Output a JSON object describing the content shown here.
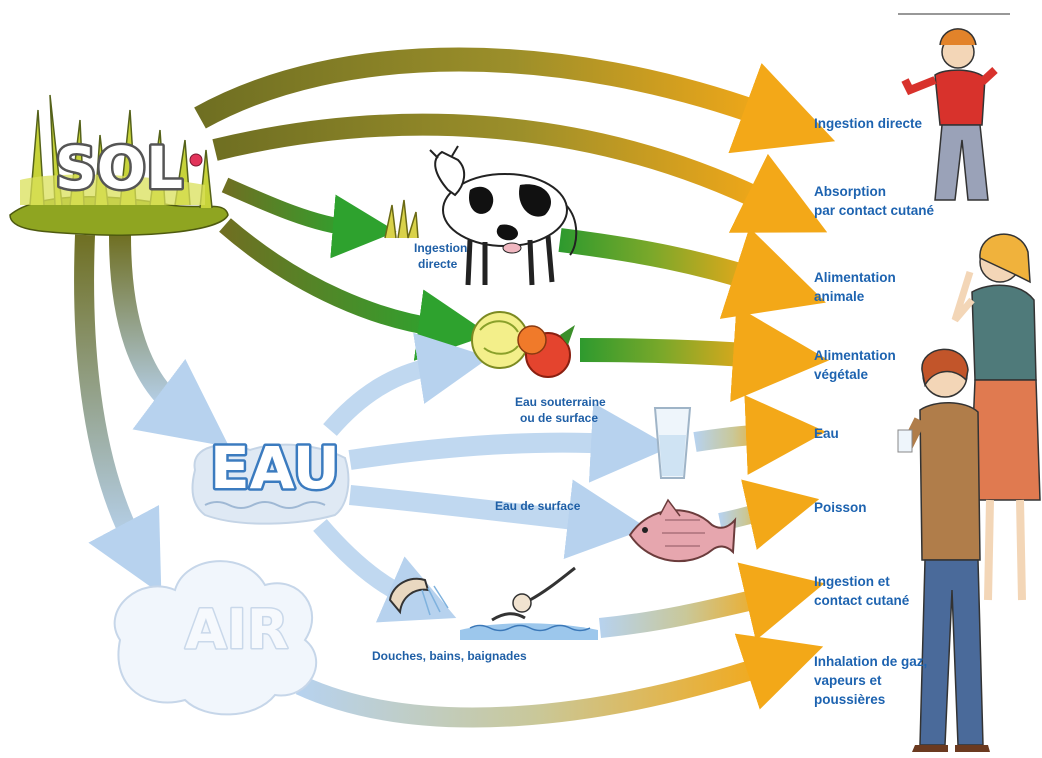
{
  "sources": {
    "sol": "SOL",
    "eau": "EAU",
    "air": "AIR"
  },
  "routes": {
    "ingestion_directe_cow": [
      "Ingestion",
      "directe"
    ],
    "eau_souterraine": [
      "Eau souterraine",
      "ou de surface"
    ],
    "eau_de_surface": "Eau de surface",
    "douches": "Douches, bains, baignades"
  },
  "exposures": [
    {
      "id": "ingestion-directe",
      "lines": [
        "Ingestion directe"
      ]
    },
    {
      "id": "absorption",
      "lines": [
        "Absorption",
        "par contact cutané"
      ]
    },
    {
      "id": "alimentation-animale",
      "lines": [
        "Alimentation",
        "animale"
      ]
    },
    {
      "id": "alimentation-vegetale",
      "lines": [
        "Alimentation",
        "végétale"
      ]
    },
    {
      "id": "eau",
      "lines": [
        "Eau"
      ]
    },
    {
      "id": "poisson",
      "lines": [
        "Poisson"
      ]
    },
    {
      "id": "ingestion-contact",
      "lines": [
        "Ingestion et",
        "contact cutané"
      ]
    },
    {
      "id": "inhalation",
      "lines": [
        "Inhalation de gaz,",
        "vapeurs et",
        "poussières"
      ]
    }
  ],
  "colors": {
    "soil_olive": "#7a7a2a",
    "soil_green": "#3aa63a",
    "water_blue": "#b7d2ee",
    "target_orange": "#f3a818",
    "label_blue": "#1d63b0"
  },
  "icons": [
    "grass-tuft-icon",
    "cow-icon",
    "vegetables-icon",
    "water-glass-icon",
    "fish-icon",
    "shower-icon",
    "swimmer-icon",
    "child-icon",
    "woman-icon",
    "man-icon",
    "cloud-icon"
  ]
}
